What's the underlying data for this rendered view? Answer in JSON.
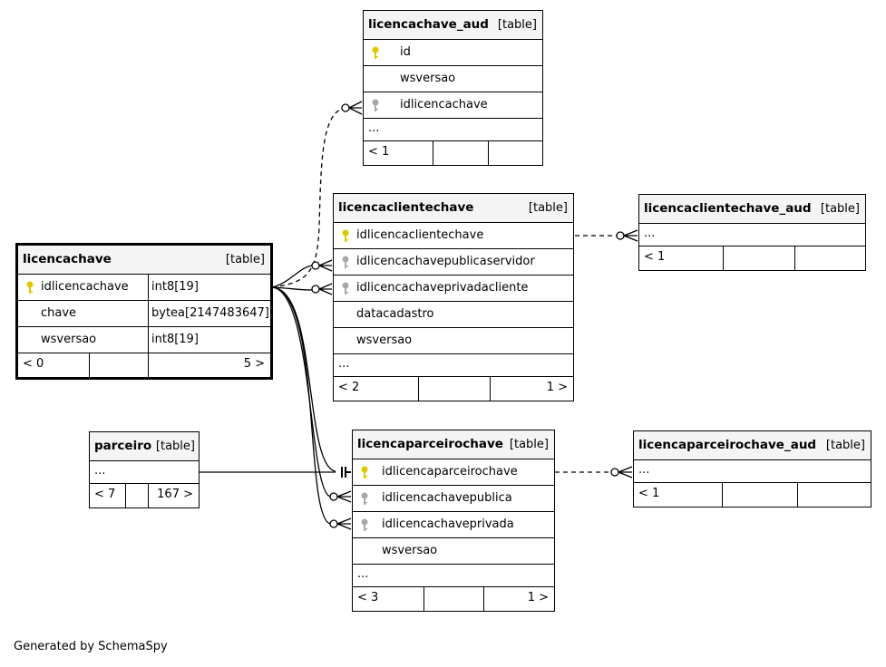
{
  "credit": "Generated by SchemaSpy",
  "colors": {
    "pk_key": "#e0c800",
    "fk_key": "#a8a8a8",
    "header_bg": "#f4f4f4"
  },
  "tables": {
    "licencachave_aud": {
      "name": "licencachave_aud",
      "kind": "[table]",
      "rows": [
        {
          "col": "id",
          "key": "primary-key-icon"
        },
        {
          "col": "wsversao",
          "key": ""
        },
        {
          "col": "idlicencachave",
          "key": "foreign-key-icon"
        }
      ],
      "more": "...",
      "parents": "< 1",
      "children": ""
    },
    "licencaclientechave": {
      "name": "licencaclientechave",
      "kind": "[table]",
      "rows": [
        {
          "col": "idlicencaclientechave",
          "key": "primary-key-icon"
        },
        {
          "col": "idlicencachavepublicaservidor",
          "key": "foreign-key-icon"
        },
        {
          "col": "idlicencachaveprivadacliente",
          "key": "foreign-key-icon"
        },
        {
          "col": "datacadastro",
          "key": ""
        },
        {
          "col": "wsversao",
          "key": ""
        }
      ],
      "more": "...",
      "parents": "< 2",
      "children": "1 >"
    },
    "licencaclientechave_aud": {
      "name": "licencaclientechave_aud",
      "kind": "[table]",
      "more": "...",
      "parents": "< 1",
      "children": ""
    },
    "licencachave": {
      "name": "licencachave",
      "kind": "[table]",
      "rows": [
        {
          "col": "idlicencachave",
          "type": "int8[19]",
          "key": "primary-key-icon"
        },
        {
          "col": "chave",
          "type": "bytea[2147483647]",
          "key": ""
        },
        {
          "col": "wsversao",
          "type": "int8[19]",
          "key": ""
        }
      ],
      "parents": "< 0",
      "children": "5 >"
    },
    "parceiro": {
      "name": "parceiro",
      "kind": "[table]",
      "more": "...",
      "parents": "< 7",
      "children": "167 >"
    },
    "licencaparceirochave": {
      "name": "licencaparceirochave",
      "kind": "[table]",
      "rows": [
        {
          "col": "idlicencaparceirochave",
          "key": "primary-key-icon"
        },
        {
          "col": "idlicencachavepublica",
          "key": "foreign-key-icon"
        },
        {
          "col": "idlicencachaveprivada",
          "key": "foreign-key-icon"
        },
        {
          "col": "wsversao",
          "key": ""
        }
      ],
      "more": "...",
      "parents": "< 3",
      "children": "1 >"
    },
    "licencaparceirochave_aud": {
      "name": "licencaparceirochave_aud",
      "kind": "[table]",
      "more": "...",
      "parents": "< 1",
      "children": ""
    }
  }
}
